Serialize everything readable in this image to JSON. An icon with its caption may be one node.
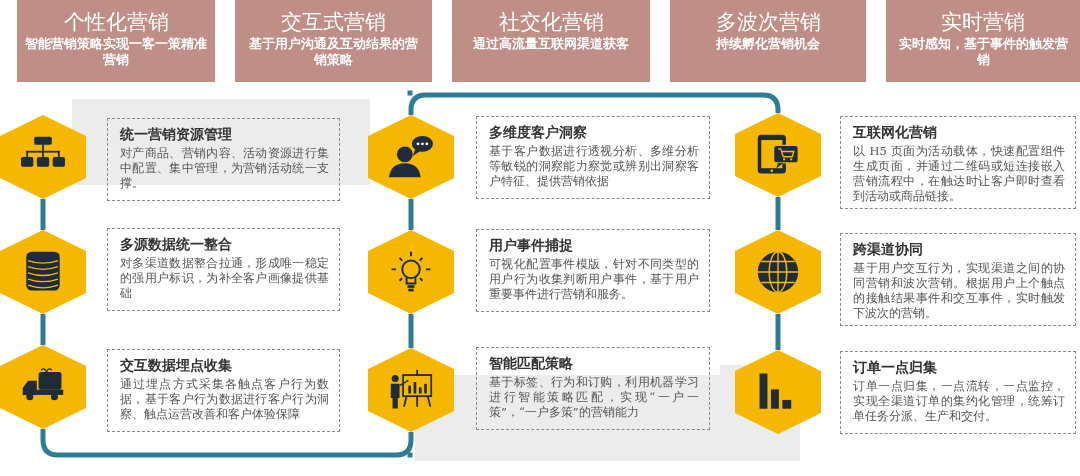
{
  "diagram": {
    "nodes": [
      {
        "text": [
          "个性化营销",
          "智能营销策略实现一客一策精准营销"
        ]
      },
      {
        "text": [
          "交互式营销",
          "基于用户沟通及互动结果的营销策略"
        ]
      },
      {
        "text": [
          "社交化营销",
          "通过高流量互联网渠道获客"
        ]
      },
      {
        "text": [
          "多波次营销",
          "持续孵化营销机会"
        ]
      },
      {
        "text": [
          "实时营销",
          "实时感知，基于事件的触发营销"
        ]
      },
      {
        "text": [],
        "shape": "hexagon"
      },
      {
        "text": [],
        "shape": "hexagon"
      },
      {
        "text": [],
        "shape": "hexagon"
      },
      {
        "text": [],
        "shape": "hexagon"
      },
      {
        "text": [],
        "shape": "hexagon"
      },
      {
        "text": [],
        "shape": "hexagon"
      },
      {
        "text": [],
        "shape": "hexagon"
      },
      {
        "text": [],
        "shape": "hexagon"
      },
      {
        "text": [],
        "shape": "hexagon"
      },
      {
        "text": [
          "统一营销资源管理",
          "对产商品、营销内容、活动资源进行集中配置、集中管理，为营销活动统一支撑。"
        ]
      },
      {
        "text": [
          "多源数据统一整合",
          "对多渠道数据整合拉通，形成唯一稳定的强用户标识，为补全客户画像提供基础"
        ]
      },
      {
        "text": [
          "交互数据埋点收集",
          "通过埋点方式采集各触点客户行为数据，基于客户行为数据进行客户行为洞察、触点运营改善和客户体验保障"
        ]
      },
      {
        "text": [
          "多维度客户洞察",
          "基于客户数据进行透视分析、多维分析等敏锐的洞察能力察觉或辨别出洞察客户特征、提供营销依据"
        ]
      },
      {
        "text": [
          "用户事件捕捉",
          "可视化配置事件模版，针对不同类型的用户行为收集判断用户事件，基于用户重要事件进行营销和服务。"
        ]
      },
      {
        "text": [
          "智能匹配策略",
          "基于标签、行为和订购，利用机器学习进行智能策略匹配，实现“一户一策”，“一户多策”的营销能力"
        ]
      },
      {
        "text": [
          "互联网化营销",
          "以 H5 页面为活动载体，快速配置组件生成页面，并通过二维码或短连接嵌入营销流程中，在触达时让客户即时查看到活动或商品链接。"
        ]
      },
      {
        "text": [
          "跨渠道协同",
          "基于用户交互行为，实现渠道之间的协同营销和波次营销。根据用户上个触点的接触结果事件和交互事件，实时触发下波次的营销。"
        ]
      },
      {
        "text": [
          "订单一点归集",
          "订单一点归集，一点流转，一点监控，实现全渠道订单的集约化管理，统筹订单任务分派、生产和交付。"
        ]
      }
    ],
    "edges": [
      {
        "from": 5,
        "to": 6,
        "arrow": "none"
      },
      {
        "from": 6,
        "to": 7,
        "arrow": "none"
      },
      {
        "from": 7,
        "to": 10,
        "arrow": "none"
      },
      {
        "from": 10,
        "to": 9,
        "arrow": "none"
      },
      {
        "from": 9,
        "to": 8,
        "arrow": "none"
      },
      {
        "from": 8,
        "to": 11,
        "arrow": "none"
      },
      {
        "from": 11,
        "to": 12,
        "arrow": "none"
      },
      {
        "from": 12,
        "to": 13,
        "arrow": "none"
      }
    ]
  }
}
